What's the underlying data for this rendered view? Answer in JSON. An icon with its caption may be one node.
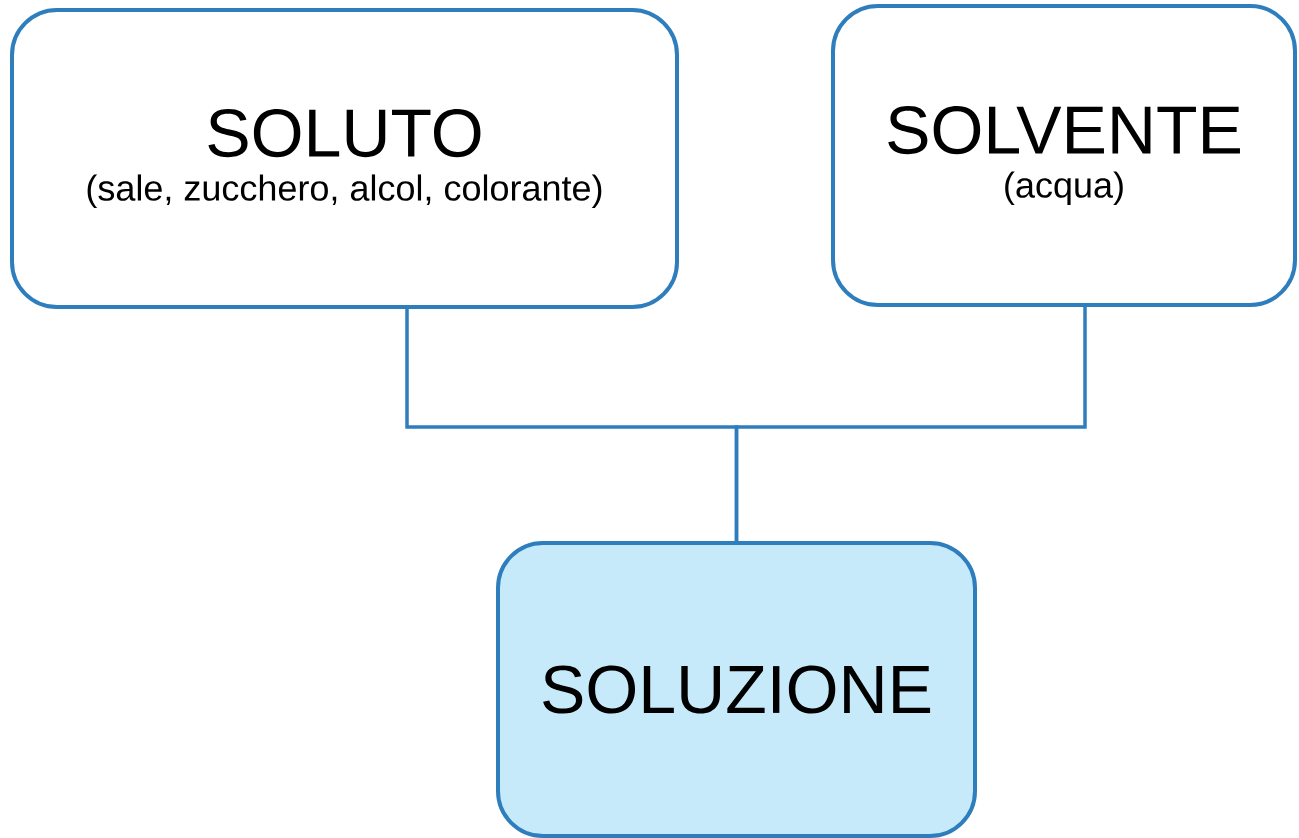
{
  "diagram": {
    "nodes": [
      {
        "text": [
          "SOLUTO",
          "(sale, zucchero, alcol, colorante)"
        ]
      },
      {
        "text": [
          "SOLVENTE",
          "(acqua)"
        ]
      },
      {
        "text": [
          "SOLUZIONE"
        ]
      }
    ],
    "edges": [
      {
        "from": 0,
        "to": 2,
        "arrow": "none"
      },
      {
        "from": 1,
        "to": 2,
        "arrow": "none"
      }
    ]
  }
}
